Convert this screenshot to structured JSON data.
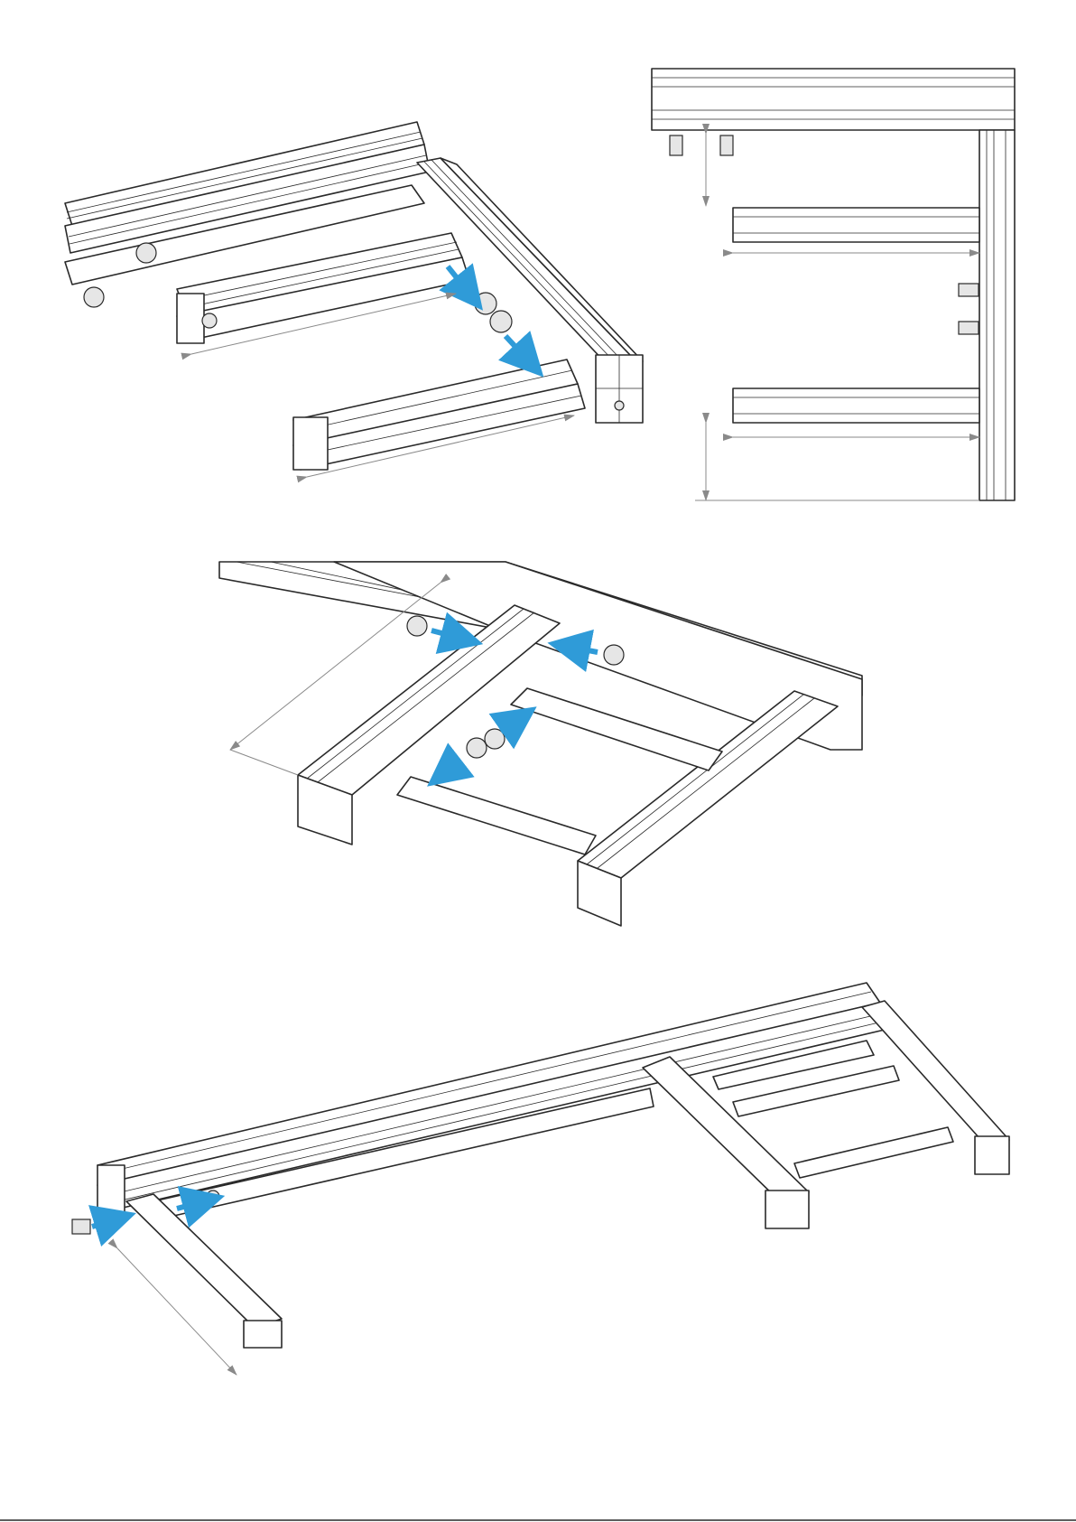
{
  "page": {
    "footer_label": "",
    "accent_color": "#2f9bd8",
    "line_color": "#2a2a2a",
    "dimension_color": "#8a8a8a"
  },
  "illustrations": [
    {
      "name": "step-1-iso-frame-corner",
      "icon": "aluminium-profile-assembly"
    },
    {
      "name": "step-1-top-view-dimensions",
      "icon": "dimension-plan-view"
    },
    {
      "name": "step-2-iso-cross-members",
      "icon": "aluminium-profile-assembly"
    },
    {
      "name": "step-3-iso-full-frame",
      "icon": "aluminium-profile-assembly"
    }
  ]
}
